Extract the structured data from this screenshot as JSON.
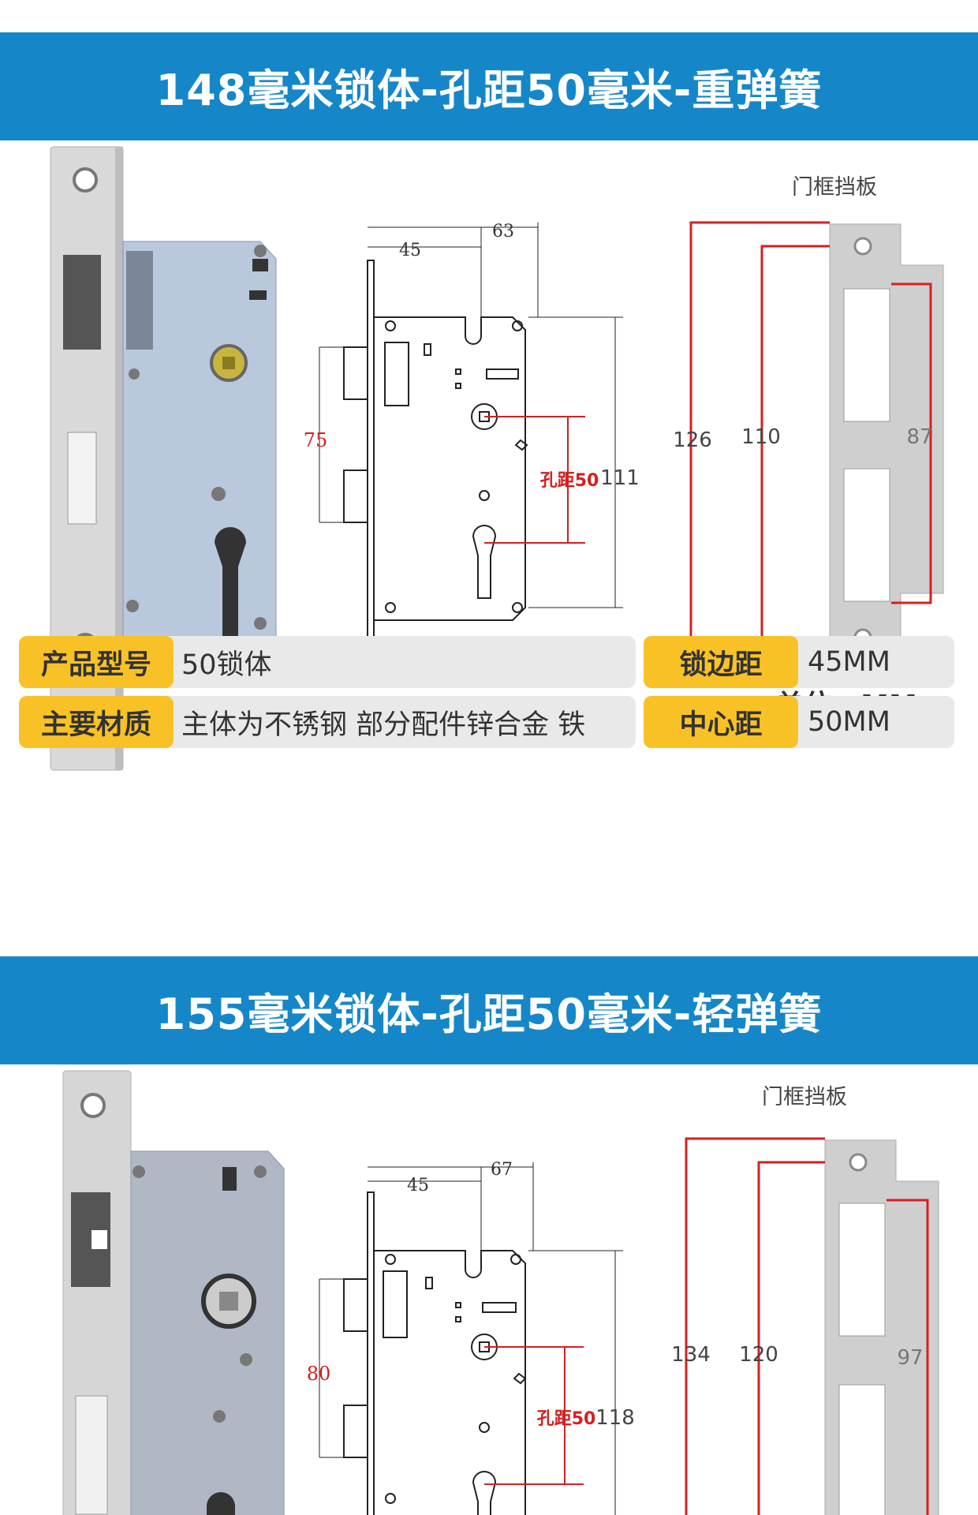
{
  "section1": {
    "title": "148毫米锁体-孔距50毫米-重弹簧",
    "drawing": {
      "dim_45": "45",
      "dim_63": "63",
      "dim_75": "75",
      "hole_label": "孔距50",
      "dim_111": "111"
    },
    "strike_plate": {
      "title": "门框挡板",
      "dim_126": "126",
      "dim_110": "110",
      "dim_87": "87"
    },
    "unit": "单位：MM",
    "specs": {
      "model_label": "产品型号",
      "model_value": "50锁体",
      "backset_label": "锁边距",
      "backset_value": "45MM",
      "material_label": "主要材质",
      "material_value": "主体为不锈钢 部分配件锌合金 铁",
      "center_label": "中心距",
      "center_value": "50MM"
    }
  },
  "section2": {
    "title": "155毫米锁体-孔距50毫米-轻弹簧",
    "drawing": {
      "dim_45": "45",
      "dim_67": "67",
      "dim_80": "80",
      "hole_label": "孔距50",
      "dim_118": "118"
    },
    "strike_plate": {
      "title": "门框挡板",
      "dim_134": "134",
      "dim_120": "120",
      "dim_97": "97"
    }
  },
  "colors": {
    "banner": "#1587c8",
    "label_yellow": "#f8c227",
    "value_gray": "#e9e9e9",
    "dimension_red": "#d42020"
  }
}
